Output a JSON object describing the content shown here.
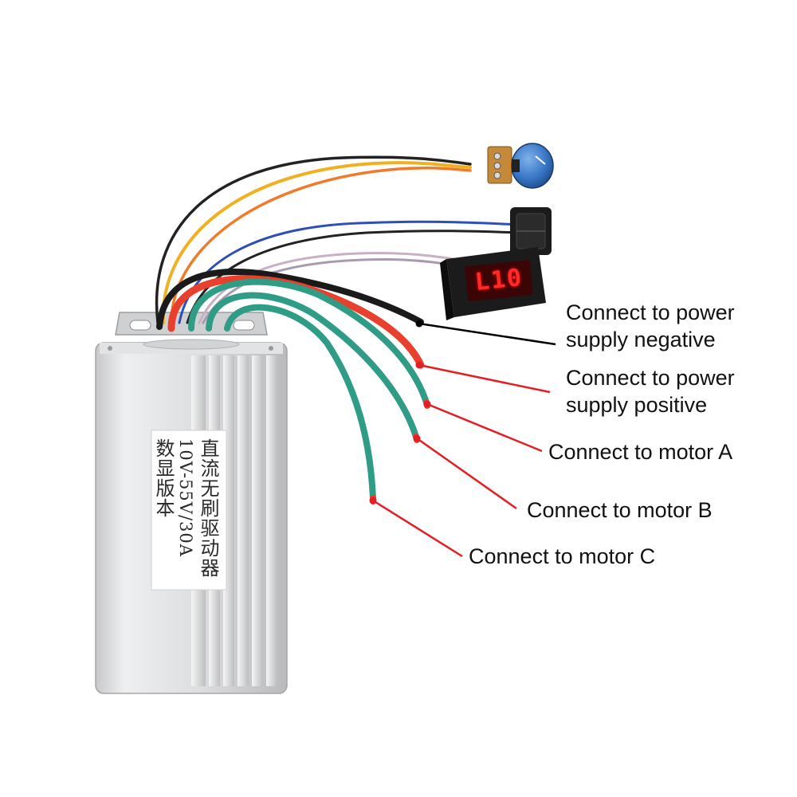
{
  "callouts": {
    "power_negative": [
      "Connect to power",
      "supply negative"
    ],
    "power_positive": [
      "Connect to power",
      "supply positive"
    ],
    "motor_a": "Connect to motor A",
    "motor_b": "Connect to motor B",
    "motor_c": "Connect to motor C"
  },
  "sticker": {
    "line1": "直流无刷驱动器",
    "line2": "10V-55V/30A",
    "line3": "数显版本"
  },
  "display": {
    "reading": "L10"
  },
  "colors": {
    "wire_black": "#1a1a1a",
    "wire_red": "#e8402c",
    "wire_green": "#2f9c86",
    "wire_yellow": "#f0b020",
    "wire_blue": "#2e4fb8",
    "wire_orange": "#f07a2a",
    "wire_gray": "#c9b0c4",
    "leader_black": "#000000",
    "leader_red": "#e31e24",
    "housing": "#d8d9db",
    "knob": "#3a78c8",
    "led": "#ff2a2a"
  },
  "icons": {
    "potentiometer": "potentiometer-knob-icon",
    "switch": "rocker-switch-icon",
    "display": "led-display-icon"
  }
}
